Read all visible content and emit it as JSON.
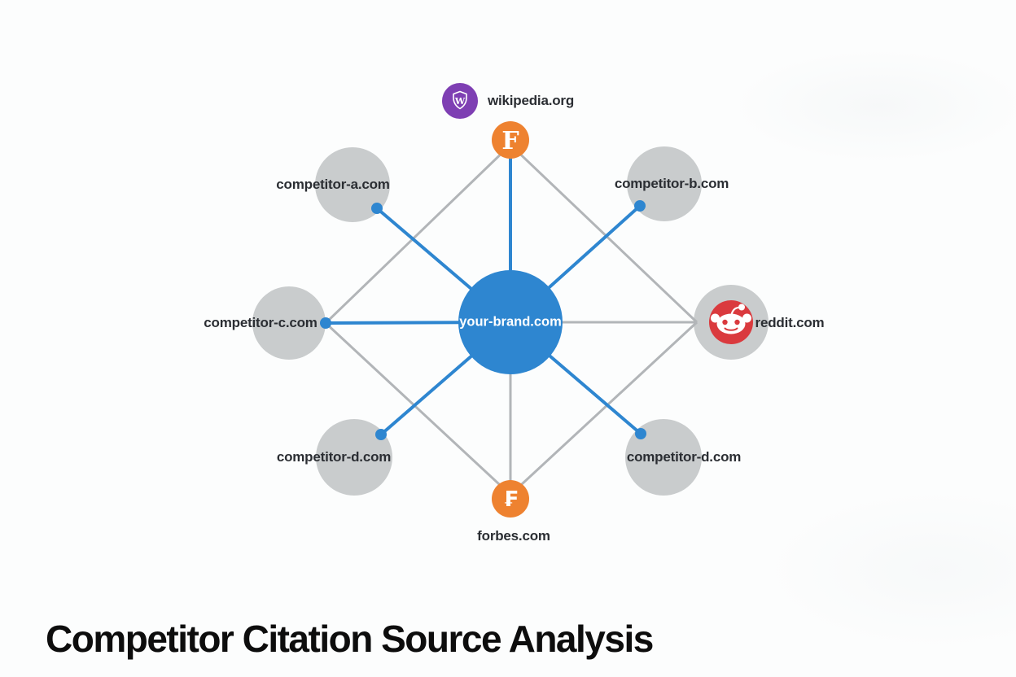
{
  "title": "Competitor Citation Source Analysis",
  "center_node": {
    "label": "your-brand.com"
  },
  "source_nodes": {
    "wikipedia": {
      "label": "wikipedia.org",
      "glyph": "W"
    },
    "forbes_top": {
      "glyph": "F"
    },
    "forbes_bottom": {
      "label": "forbes.com",
      "glyph": "₣"
    },
    "reddit": {
      "label": "reddit.com"
    }
  },
  "competitor_nodes": [
    {
      "label": "competitor-a.com"
    },
    {
      "label": "competitor-b.com"
    },
    {
      "label": "competitor-c.com"
    },
    {
      "label": "competitor-d.com"
    },
    {
      "label": "competitor-d.com"
    }
  ],
  "edges": {
    "blue_edges": [
      {
        "from": "your-brand.com",
        "to": "forbes icon (top)"
      },
      {
        "from": "your-brand.com",
        "to": "competitor-a.com"
      },
      {
        "from": "your-brand.com",
        "to": "competitor-b.com"
      },
      {
        "from": "your-brand.com",
        "to": "competitor-c.com"
      },
      {
        "from": "your-brand.com",
        "to": "competitor-d.com (lower-left)"
      },
      {
        "from": "your-brand.com",
        "to": "competitor-d.com (lower-right)"
      }
    ],
    "gray_edges": [
      {
        "from": "your-brand.com",
        "to": "reddit.com"
      },
      {
        "from": "your-brand.com",
        "to": "forbes.com (bottom)"
      },
      {
        "from": "forbes icon (top)",
        "to": "competitor-c.com"
      },
      {
        "from": "forbes icon (top)",
        "to": "reddit.com"
      },
      {
        "from": "forbes.com (bottom)",
        "to": "competitor-c.com"
      },
      {
        "from": "forbes.com (bottom)",
        "to": "reddit.com"
      }
    ]
  },
  "colors": {
    "brand_blue": "#2e86d0",
    "edge_gray": "#b2b5b8",
    "node_gray": "#c9cccd",
    "forbes_orange": "#ee8230",
    "wikipedia_purple": "#7e3fb3",
    "reddit_red": "#da3a3e",
    "label_text": "#2b2e33",
    "title_text": "#0d0d0d",
    "background": "#fcfdfd"
  }
}
